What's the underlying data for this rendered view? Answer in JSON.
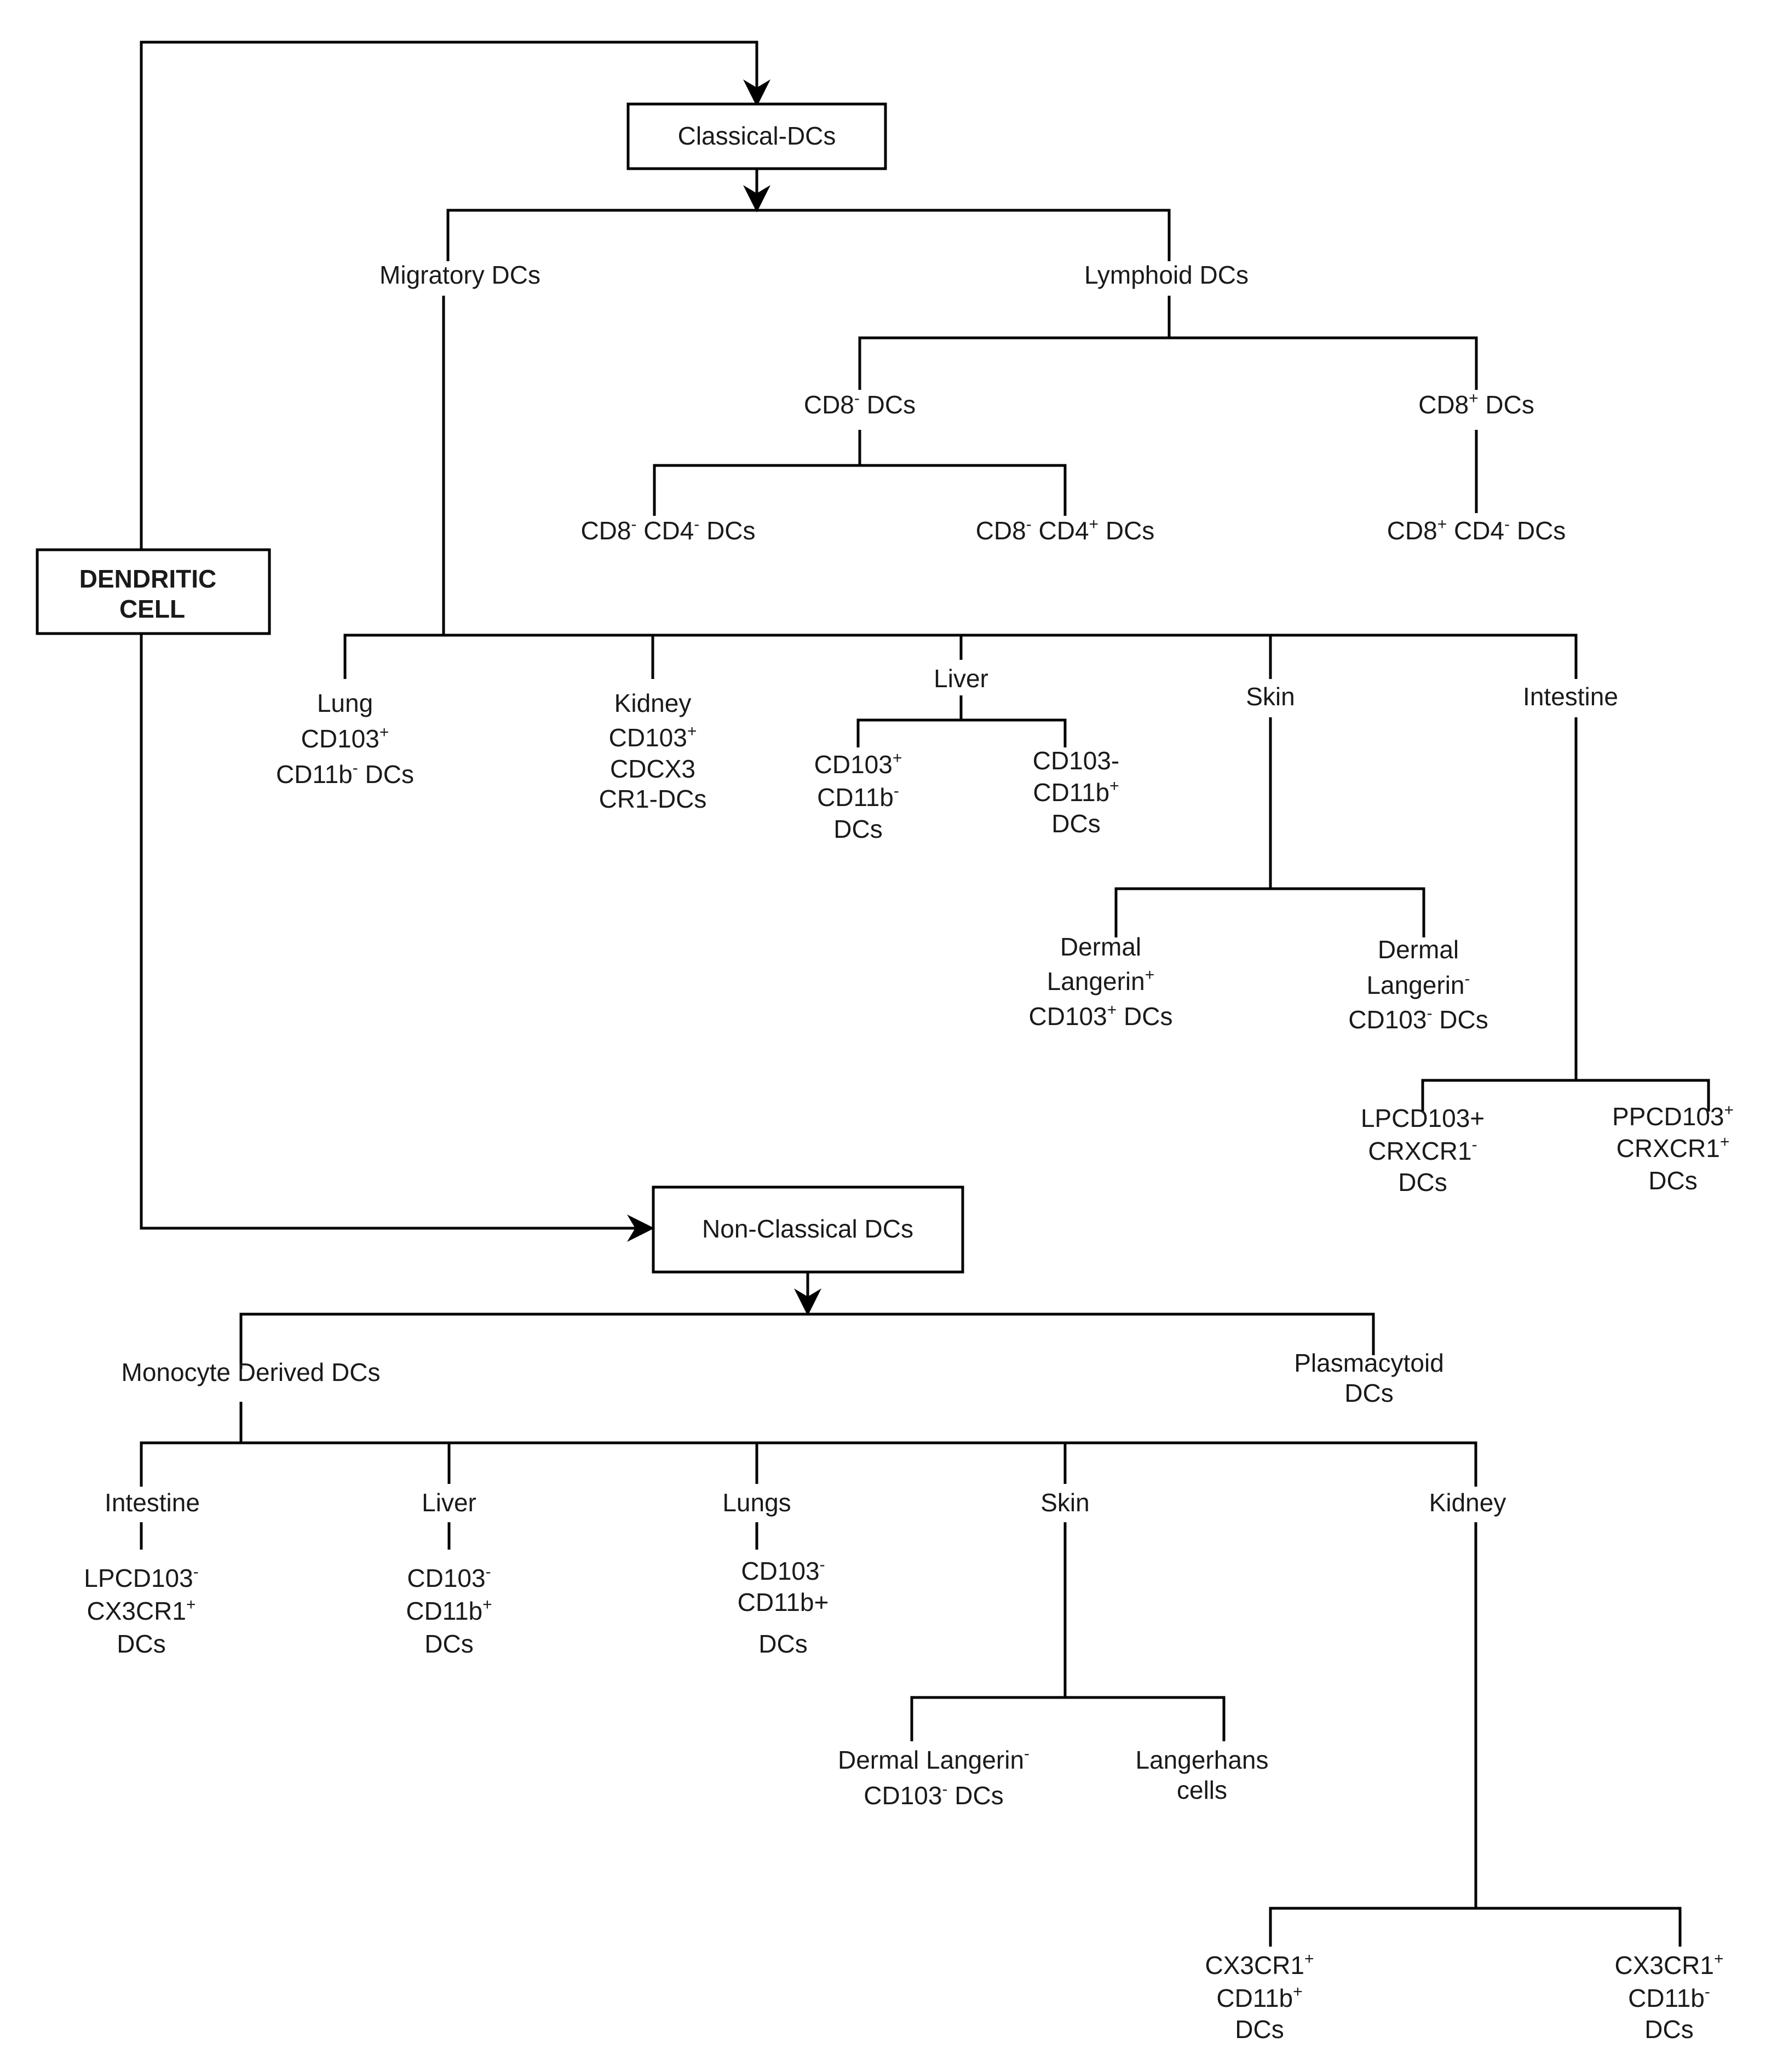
{
  "root": {
    "line1": "DENDRITIC",
    "line2": "CELL"
  },
  "classical": {
    "title": "Classical-DCs",
    "migratory": "Migratory DCs",
    "lymphoid": "Lymphoid DCs",
    "cd8neg": {
      "a": "CD8",
      "sup": "-",
      "b": " DCs"
    },
    "cd8pos": {
      "a": "CD8",
      "sup": "+",
      "b": " DCs"
    },
    "cd8neg_cd4neg": {
      "a": "CD8",
      "s1": "-",
      "b": " CD4",
      "s2": "-",
      "c": " DCs"
    },
    "cd8neg_cd4pos": {
      "a": "CD8",
      "s1": "-",
      "b": " CD4",
      "s2": "+",
      "c": " DCs"
    },
    "cd8pos_cd4neg": {
      "a": "CD8",
      "s1": "+",
      "b": " CD4",
      "s2": "-",
      "c": " DCs"
    },
    "lung": {
      "name": "Lung",
      "l2a": "CD103",
      "l2s": "+",
      "l3a": "CD11b",
      "l3s": "-",
      "l3b": " DCs"
    },
    "kidney": {
      "name": "Kidney",
      "l2a": "CD103",
      "l2s": "+",
      "l3": "CDCX3",
      "l4": "CR1-DCs"
    },
    "liver": {
      "name": "Liver",
      "left": {
        "l1a": "CD103",
        "l1s": "+",
        "l2a": "CD11b",
        "l2s": "-",
        "l3": "DCs"
      },
      "right": {
        "l1": "CD103-",
        "l2a": "CD11b",
        "l2s": "+",
        "l3": "DCs"
      }
    },
    "skin": {
      "name": "Skin",
      "left": {
        "l1": "Dermal",
        "l2a": "Langerin",
        "l2s": "+",
        "l3a": "CD103",
        "l3s": "+",
        "l3b": " DCs"
      },
      "right": {
        "l1": "Dermal",
        "l2a": "Langerin",
        "l2s": "-",
        "l3a": "CD103",
        "l3s": "-",
        "l3b": " DCs"
      }
    },
    "intestine": {
      "name": "Intestine",
      "left": {
        "l1": "LPCD103+",
        "l2a": "CRXCR1",
        "l2s": "-",
        "l3": "DCs"
      },
      "right": {
        "l1a": "PPCD103",
        "l1s": "+",
        "l2a": "CRXCR1",
        "l2s": "+",
        "l3": "DCs"
      }
    }
  },
  "nonclassical": {
    "title": "Non-Classical DCs",
    "monocyte": "Monocyte Derived DCs",
    "plasmacytoid": {
      "l1": "Plasmacytoid",
      "l2": "DCs"
    },
    "intestine": {
      "name": "Intestine",
      "l1a": "LPCD103",
      "l1s": "-",
      "l2a": "CX3CR1",
      "l2s": "+",
      "l3": "DCs"
    },
    "liver": {
      "name": "Liver",
      "l1a": "CD103",
      "l1s": "-",
      "l2a": "CD11b",
      "l2s": "+",
      "l3": "DCs"
    },
    "lungs": {
      "name": "Lungs",
      "l1a": "CD103",
      "l1s": "-",
      "l2": "CD11b+",
      "l3": "DCs"
    },
    "skin": {
      "name": "Skin",
      "left": {
        "l1a": "Dermal Langerin",
        "l1s": "-",
        "l2a": "CD103",
        "l2s": "-",
        "l2b": " DCs"
      },
      "right": {
        "l1": "Langerhans",
        "l2": "cells"
      }
    },
    "kidney": {
      "name": "Kidney",
      "left": {
        "l1a": "CX3CR1",
        "l1s": "+",
        "l2a": "CD11b",
        "l2s": "+",
        "l3": "DCs"
      },
      "right": {
        "l1a": "CX3CR1",
        "l1s": "+",
        "l2a": "CD11b",
        "l2s": "-",
        "l3": "DCs"
      }
    }
  }
}
